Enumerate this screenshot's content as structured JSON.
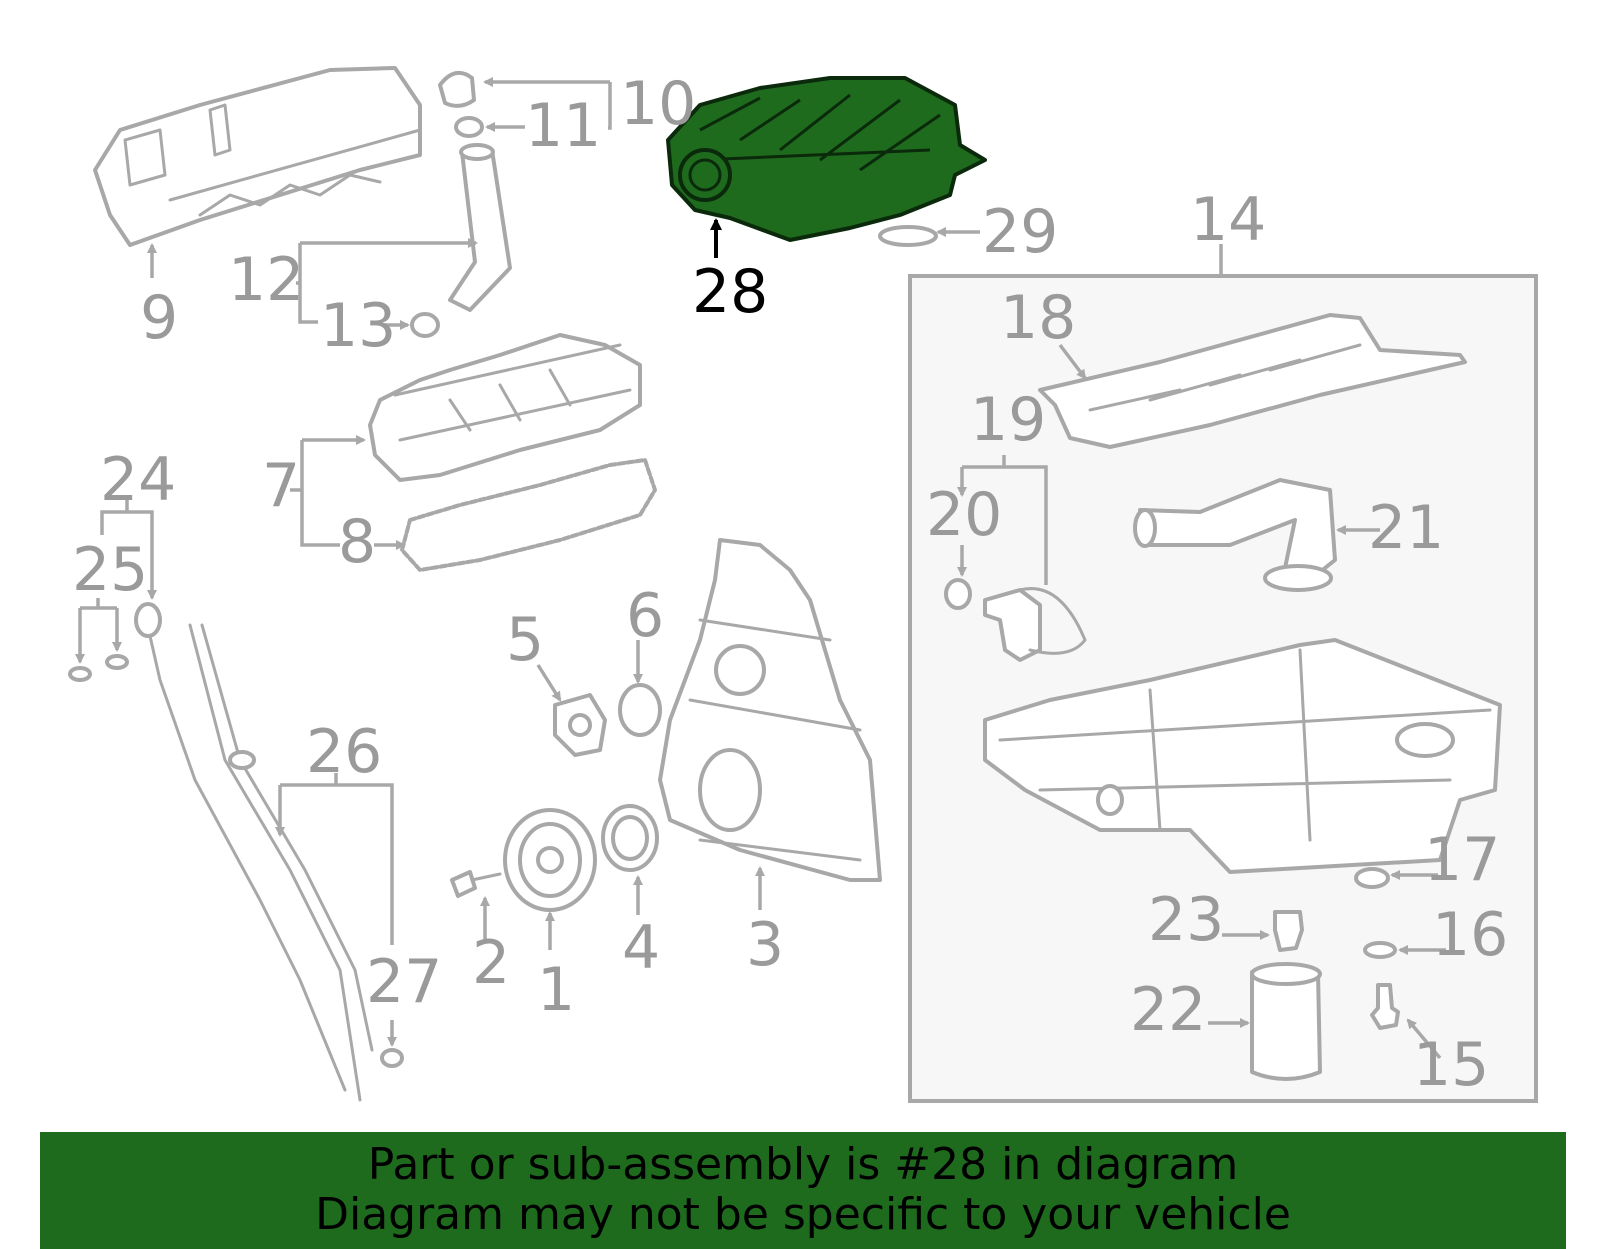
{
  "callouts": {
    "c1": "1",
    "c2": "2",
    "c3": "3",
    "c4": "4",
    "c5": "5",
    "c6": "6",
    "c7": "7",
    "c8": "8",
    "c9": "9",
    "c10": "10",
    "c11": "11",
    "c12": "12",
    "c13": "13",
    "c14": "14",
    "c15": "15",
    "c16": "16",
    "c17": "17",
    "c18": "18",
    "c19": "19",
    "c20": "20",
    "c21": "21",
    "c22": "22",
    "c23": "23",
    "c24": "24",
    "c25": "25",
    "c26": "26",
    "c27": "27",
    "c28": "28",
    "c29": "29"
  },
  "highlight": {
    "part_number": "28",
    "color": "#1e6b1e"
  },
  "banner": {
    "line1": "Part or sub-assembly is #28 in diagram",
    "line2": "Diagram may not be specific to your vehicle",
    "background": "#1e6b1e"
  }
}
